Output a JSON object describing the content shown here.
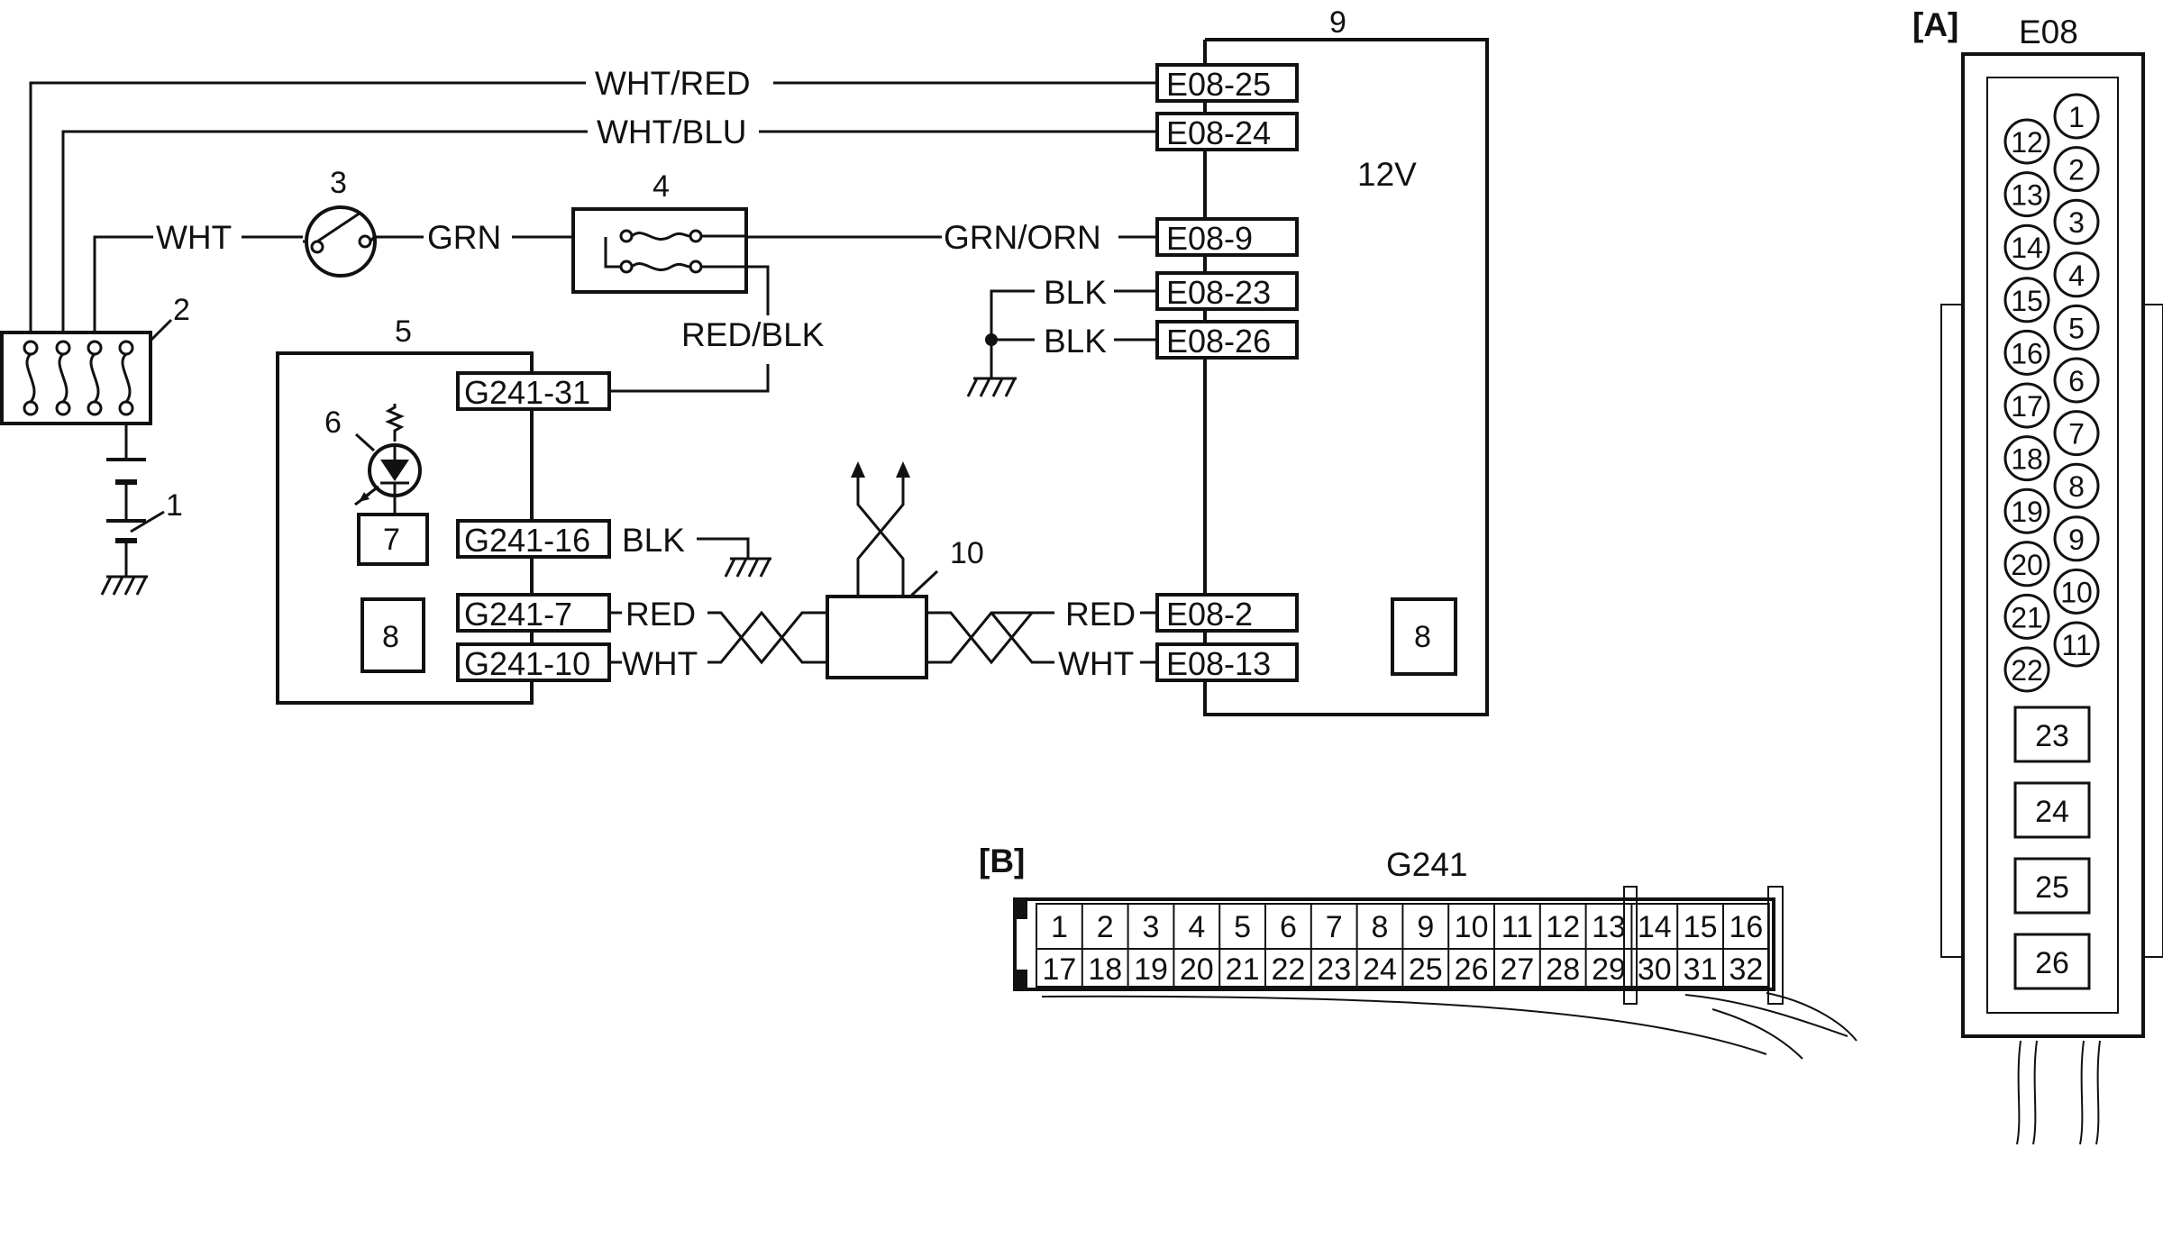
{
  "schematic": {
    "wires": {
      "wht_red": "WHT/RED",
      "wht_blu": "WHT/BLU",
      "wht": "WHT",
      "grn": "GRN",
      "grn_orn": "GRN/ORN",
      "red_blk": "RED/BLK",
      "blk_23": "BLK",
      "blk_26": "BLK",
      "blk_16": "BLK",
      "red_left": "RED",
      "wht_left": "WHT",
      "red_right": "RED",
      "wht_right": "WHT"
    },
    "voltage": "12V",
    "pins": {
      "e08_25": "E08-25",
      "e08_24": "E08-24",
      "e08_9": "E08-9",
      "e08_23": "E08-23",
      "e08_26": "E08-26",
      "e08_2": "E08-2",
      "e08_13": "E08-13",
      "g241_31": "G241-31",
      "g241_16": "G241-16",
      "g241_7": "G241-7",
      "g241_10": "G241-10"
    },
    "callouts": {
      "c1": "1",
      "c2": "2",
      "c3": "3",
      "c4": "4",
      "c5": "5",
      "c6": "6",
      "c7": "7",
      "c8a": "8",
      "c8b": "8",
      "c9": "9",
      "c10": "10"
    }
  },
  "connector_a": {
    "tag": "[A]",
    "name": "E08",
    "round_pins_right": [
      "1",
      "2",
      "3",
      "4",
      "5",
      "6",
      "7",
      "8",
      "9",
      "10",
      "11"
    ],
    "round_pins_left": [
      "12",
      "13",
      "14",
      "15",
      "16",
      "17",
      "18",
      "19",
      "20",
      "21",
      "22"
    ],
    "square_pins": [
      "23",
      "24",
      "25",
      "26"
    ]
  },
  "connector_b": {
    "tag": "[B]",
    "name": "G241",
    "row_top": [
      "1",
      "2",
      "3",
      "4",
      "5",
      "6",
      "7",
      "8",
      "9",
      "10",
      "11",
      "12",
      "13",
      "14",
      "15",
      "16"
    ],
    "row_bottom": [
      "17",
      "18",
      "19",
      "20",
      "21",
      "22",
      "23",
      "24",
      "25",
      "26",
      "27",
      "28",
      "29",
      "30",
      "31",
      "32"
    ]
  }
}
